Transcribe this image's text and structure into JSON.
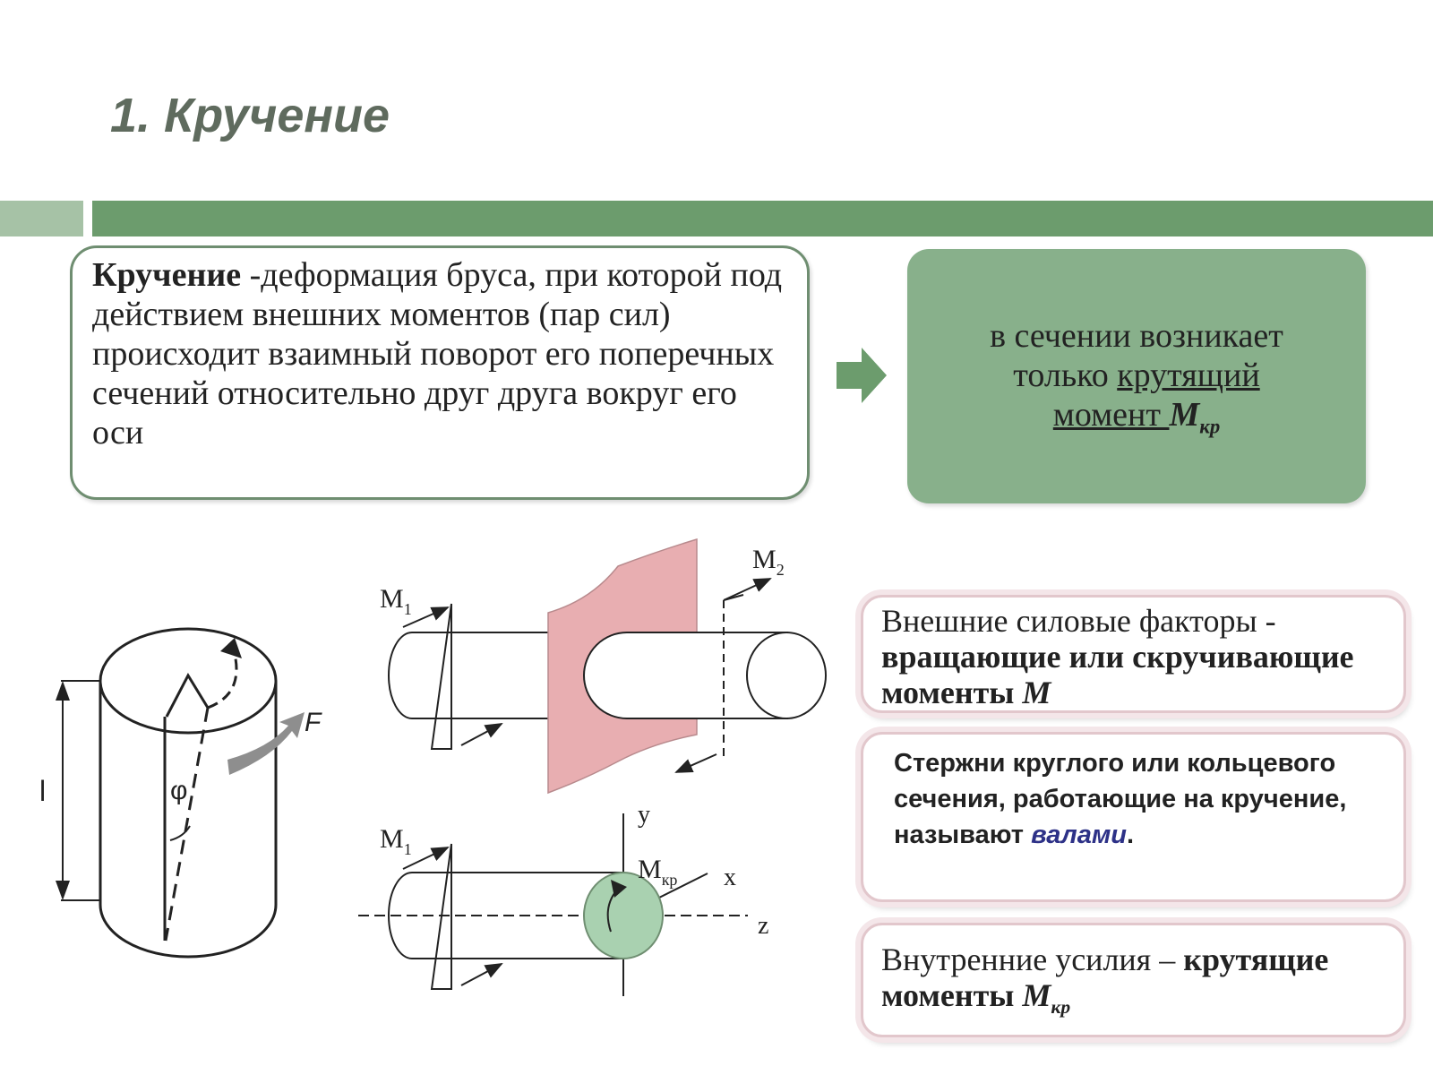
{
  "title": "1. Кручение",
  "definition": {
    "term": "Кручение",
    "text": " -деформация бруса, при которой под действием внешних моментов (пар сил) происходит взаимный поворот его поперечных сечений относительно друг друга вокруг его оси"
  },
  "result": {
    "line1": "в сечении возникает",
    "line2_plain": "только ",
    "line2_underlined": "крутящий",
    "line3_underlined": "момент ",
    "symbol": "M",
    "symbol_sub": "кр"
  },
  "external": {
    "plain": "Внешние силовые факторы - ",
    "bold": "вращающие или скручивающие моменты ",
    "symbol": "M"
  },
  "shafts": {
    "text": "Стержни круглого или кольцевого сечения, работающие на кручение, называют ",
    "emphasis": "валами",
    "end": "."
  },
  "internal": {
    "plain": "Внутренние усилия – ",
    "bold": "крутящие моменты ",
    "symbol": "M",
    "symbol_sub": "кр"
  },
  "figure_labels": {
    "cyl_length": "l",
    "cyl_angle": "φ",
    "cyl_force": "F",
    "m1": "M",
    "m1_sub": "1",
    "m2": "M",
    "m2_sub": "2",
    "mkr": "M",
    "mkr_sub": "кр",
    "axis_y": "y",
    "axis_x": "x",
    "axis_z": "z"
  },
  "colors": {
    "accent_green": "#6c9c6d",
    "light_green": "#a6c2a6",
    "box_green": "#88b08b",
    "section_pink": "#e8aeb1",
    "section_green": "#a9d1b0"
  }
}
